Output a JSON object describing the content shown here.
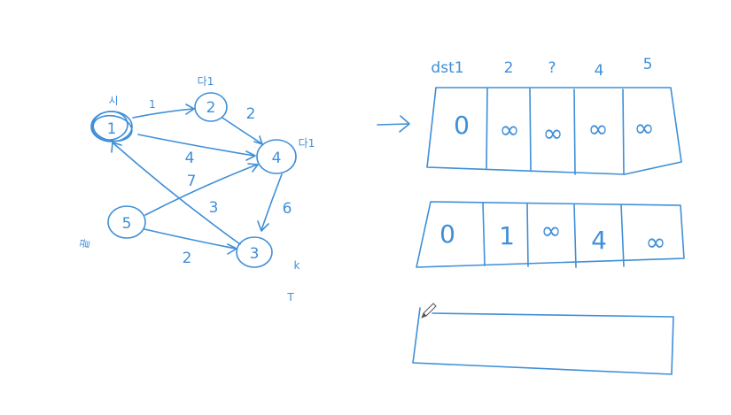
{
  "graph": {
    "nodes": [
      {
        "id": "n1",
        "label": "1",
        "tag": "시"
      },
      {
        "id": "n2",
        "label": "2",
        "tag": "다1"
      },
      {
        "id": "n3",
        "label": "3",
        "tag": "k"
      },
      {
        "id": "n4",
        "label": "4",
        "tag": "다1"
      },
      {
        "id": "n5",
        "label": "5",
        "tag": "끝"
      }
    ],
    "edges": [
      {
        "from": "1",
        "to": "2",
        "weight": "1"
      },
      {
        "from": "2",
        "to": "4",
        "weight": "2"
      },
      {
        "from": "1",
        "to": "4",
        "weight": "4"
      },
      {
        "from": "5",
        "to": "4",
        "weight": "7"
      },
      {
        "from": "3",
        "to": "1",
        "weight": "3"
      },
      {
        "from": "4",
        "to": "3",
        "weight": "6"
      },
      {
        "from": "5",
        "to": "3",
        "weight": "2"
      }
    ],
    "extra_mark": "T"
  },
  "arrow_glyph": "→",
  "table": {
    "headers": [
      "dst1",
      "2",
      "?",
      "4",
      "5"
    ],
    "rows": [
      [
        "0",
        "∞",
        "∞",
        "∞",
        "∞"
      ],
      [
        "0",
        "1",
        "∞",
        "4",
        "∞"
      ]
    ]
  },
  "colors": {
    "ink": "#3f8fd8",
    "background": "#ffffff"
  },
  "cursor_icon": "pen-icon"
}
